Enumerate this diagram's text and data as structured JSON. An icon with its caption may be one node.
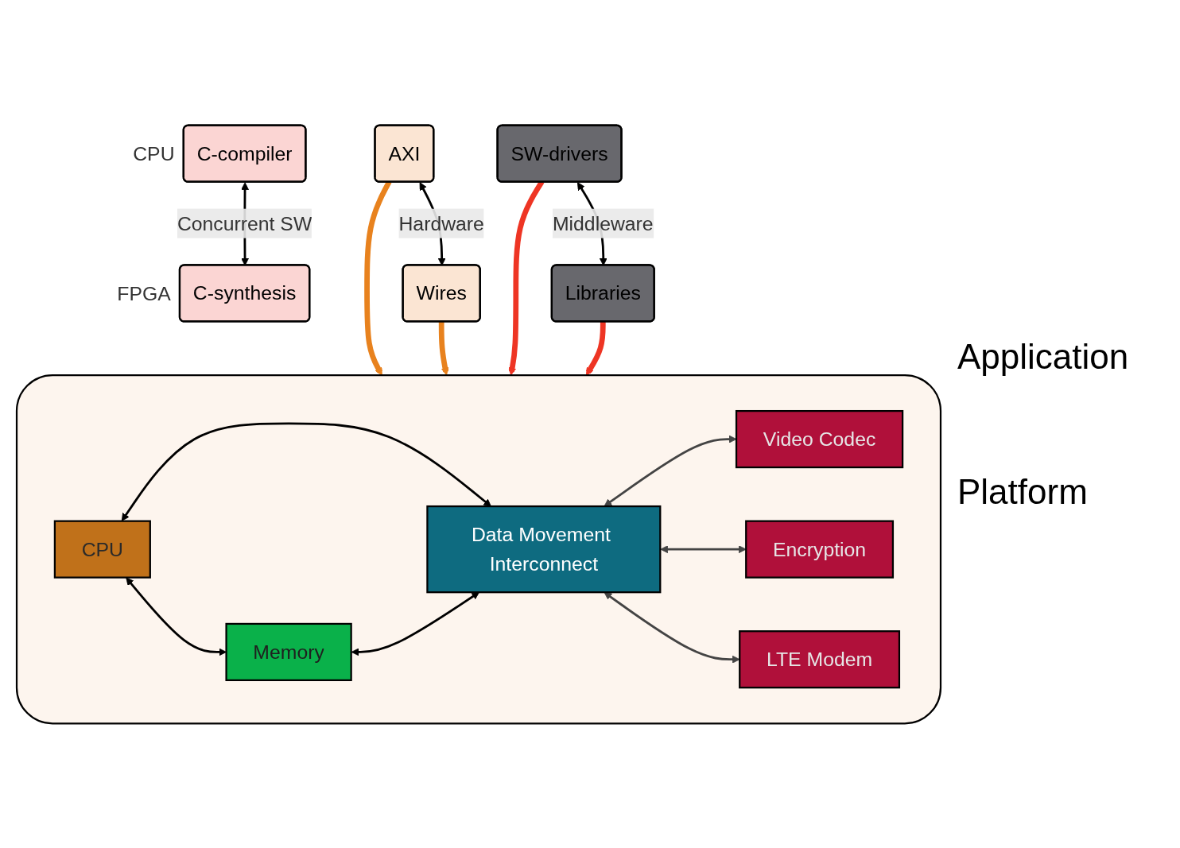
{
  "diagram": {
    "nodes": [
      {
        "text": [
          "C-compiler"
        ],
        "beside": [
          "CPU"
        ]
      },
      {
        "text": [
          "C-synthesis"
        ],
        "beside": [
          "FPGA"
        ]
      },
      {
        "text": [
          "SW-drivers"
        ]
      },
      {
        "text": [
          "Libraries"
        ]
      },
      {
        "text": [
          "AXI"
        ]
      },
      {
        "text": [
          "Wires"
        ]
      },
      {
        "text": [],
        "shape": "box"
      },
      {
        "text": [
          "CPU"
        ],
        "in": 6
      },
      {
        "text": [
          "Memory"
        ],
        "in": 6
      },
      {
        "text": [
          "Data Movement Interconnect"
        ],
        "in": 6
      },
      {
        "text": [
          "Video Codec"
        ],
        "in": 6
      },
      {
        "text": [
          "Encryption"
        ],
        "in": 6
      },
      {
        "text": [
          "LTE Modem"
        ],
        "in": 6
      }
    ],
    "edges": [
      {
        "from": 0,
        "to": 1,
        "arrow": "both",
        "label": "Concurrent SW"
      },
      {
        "from": 2,
        "to": 3,
        "arrow": "both",
        "label": "Middleware"
      },
      {
        "from": 4,
        "to": 5,
        "arrow": "both",
        "label": "Hardware"
      },
      {
        "from": 4,
        "to": 6,
        "arrow": "to",
        "style": "thick",
        "color": "#e8821e"
      },
      {
        "from": 5,
        "to": 6,
        "arrow": "to",
        "style": "thick",
        "color": "#e8821e"
      },
      {
        "from": 2,
        "to": 6,
        "arrow": "to",
        "style": "thick",
        "color": "#ee3524"
      },
      {
        "from": 3,
        "to": 6,
        "arrow": "to",
        "style": "thick",
        "color": "#ee3524"
      },
      {
        "from": 7,
        "to": 8,
        "arrow": "both"
      },
      {
        "from": 7,
        "to": 9,
        "arrow": "both"
      },
      {
        "from": 8,
        "to": 9,
        "arrow": "both"
      },
      {
        "from": 9,
        "to": 10,
        "arrow": "both",
        "color": "#444444"
      },
      {
        "from": 9,
        "to": 11,
        "arrow": "both",
        "color": "#444444"
      },
      {
        "from": 9,
        "to": 12,
        "arrow": "both",
        "color": "#444444"
      }
    ],
    "labels": [
      "Application",
      "Platform"
    ]
  }
}
